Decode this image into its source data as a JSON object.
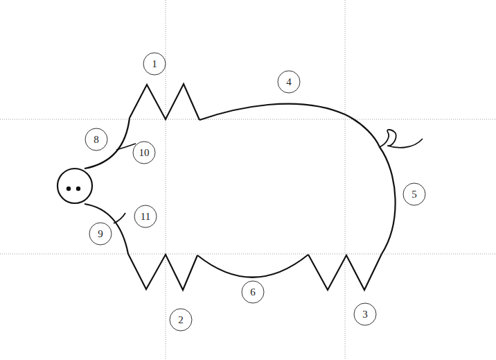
{
  "diagram": {
    "labels": [
      "1",
      "4",
      "8",
      "10",
      "5",
      "11",
      "9",
      "6",
      "2",
      "3"
    ]
  }
}
